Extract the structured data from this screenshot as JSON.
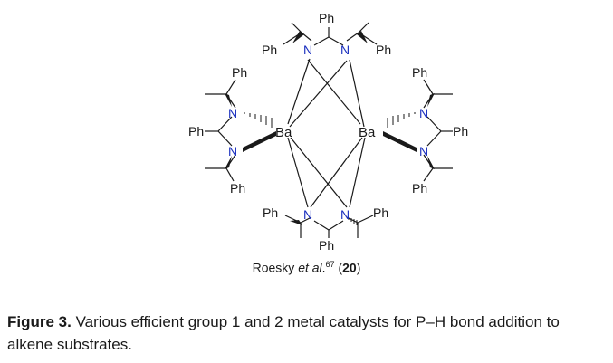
{
  "structure": {
    "metal_atom": "Ba",
    "nitrogen_atom": "N",
    "substituent": "Ph"
  },
  "credit": {
    "author": "Roesky",
    "etal": "et al",
    "dot": ".",
    "ref": "67",
    "open": " (",
    "compound": "20",
    "close": ")"
  },
  "caption": {
    "label": "Figure 3.",
    "text": " Various efficient group 1 and 2 metal catalysts for P–H bond addition to alkene substrates."
  }
}
